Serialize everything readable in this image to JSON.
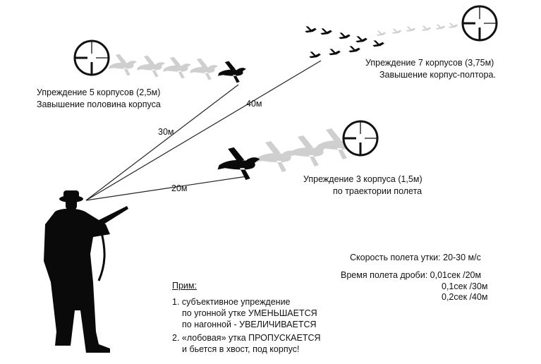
{
  "colors": {
    "silhouette": "#0a0a0a",
    "ghost": "#c9c9c9",
    "line": "#222222"
  },
  "distances": {
    "d20": "20м",
    "d30": "30м",
    "d40": "40м"
  },
  "target_near": {
    "line1": "Упреждение 3 корпуса (1,5м)",
    "line2": "по траектории полета"
  },
  "target_mid": {
    "line1": "Упреждение 5 корпусов (2,5м)",
    "line2": "Завышение половина корпуса"
  },
  "target_far": {
    "line1": "Упреждение 7 корпусов (3,75м)",
    "line2": "Завышение корпус-полтора."
  },
  "speed": {
    "text": "Скорость полета утки: 20-30 м/с"
  },
  "shot_time": {
    "line1": "Время полета дроби: 0,01сек /20м",
    "line2": "0,1сек /30м",
    "line3": "0,2сек /40м"
  },
  "notes": {
    "title": "Прим:",
    "n1_a": "1. субъективное упреждение",
    "n1_b": "по угонной утке УМЕНЬШАЕТСЯ",
    "n1_c": "по нагонной - УВЕЛИЧИВАЕТСЯ",
    "n2_a": "2. «лобовая» утка ПРОПУСКАЕТСЯ",
    "n2_b": "и бьется в хвост, под корпус!"
  },
  "icons": [
    "scope-reticle-icon",
    "duck-silhouette-icon",
    "hunter-silhouette-icon"
  ]
}
